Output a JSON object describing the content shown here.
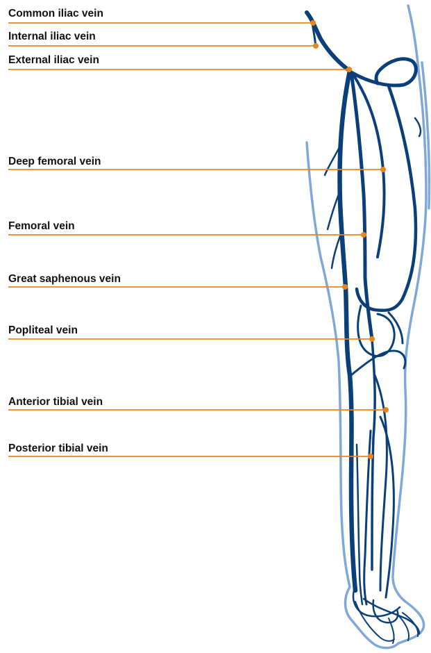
{
  "colors": {
    "leader_line": "#E8861A",
    "vein_dark": "#0B3F7A",
    "leg_outline": "#7FA8D8",
    "background": "#FFFFFF",
    "text": "#111111"
  },
  "labels": [
    {
      "id": "common-iliac-vein",
      "text": "Common iliac vein"
    },
    {
      "id": "internal-iliac-vein",
      "text": "Internal iliac vein"
    },
    {
      "id": "external-iliac-vein",
      "text": "External iliac vein"
    },
    {
      "id": "deep-femoral-vein",
      "text": "Deep femoral vein"
    },
    {
      "id": "femoral-vein",
      "text": "Femoral vein"
    },
    {
      "id": "great-saphenous-vein",
      "text": "Great saphenous vein"
    },
    {
      "id": "popliteal-vein",
      "text": "Popliteal vein"
    },
    {
      "id": "anterior-tibial-vein",
      "text": "Anterior tibial vein"
    },
    {
      "id": "posterior-tibial-vein",
      "text": "Posterior tibial vein"
    }
  ]
}
